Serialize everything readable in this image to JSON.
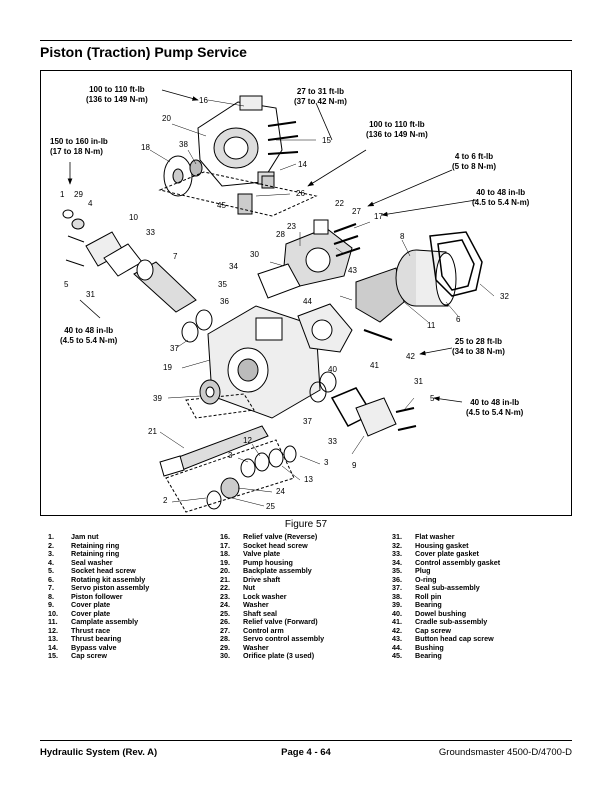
{
  "page": {
    "title": "Piston (Traction) Pump Service",
    "figure_caption": "Figure 57"
  },
  "callouts": {
    "c1": {
      "l1": "100 to 110 ft-lb",
      "l2": "(136 to 149 N-m)"
    },
    "c2": {
      "l1": "27 to 31 ft-lb",
      "l2": "(37 to 42 N-m)"
    },
    "c3": {
      "l1": "150 to 160 in-lb",
      "l2": "(17 to 18 N-m)"
    },
    "c4": {
      "l1": "100 to 110 ft-lb",
      "l2": "(136 to 149 N-m)"
    },
    "c5": {
      "l1": "4 to 6 ft-lb",
      "l2": "(5 to 8 N-m)"
    },
    "c6": {
      "l1": "40 to 48 in-lb",
      "l2": "(4.5 to 5.4 N-m)"
    },
    "c7": {
      "l1": "40 to 48 in-lb",
      "l2": "(4.5 to 5.4 N-m)"
    },
    "c8": {
      "l1": "25 to 28 ft-lb",
      "l2": "(34 to 38 N-m)"
    },
    "c9": {
      "l1": "40 to 48 in-lb",
      "l2": "(4.5 to 5.4 N-m)"
    }
  },
  "part_labels": {
    "p16": "16",
    "p20": "20",
    "p38": "38",
    "p18": "18",
    "p15": "15",
    "p14": "14",
    "p26": "26",
    "p45": "45",
    "p1": "1",
    "p29": "29",
    "p4": "4",
    "p10": "10",
    "p33a": "33",
    "p7": "7",
    "p5a": "5",
    "p31a": "31",
    "p22": "22",
    "p27": "27",
    "p17": "17",
    "p23": "23",
    "p28": "28",
    "p8": "8",
    "p30": "30",
    "p34": "34",
    "p43": "43",
    "p35": "35",
    "p36": "36",
    "p44": "44",
    "p32": "32",
    "p11": "11",
    "p6": "6",
    "p37a": "37",
    "p19": "19",
    "p42": "42",
    "p41": "41",
    "p40": "40",
    "p31b": "31",
    "p5b": "5",
    "p39": "39",
    "p37b": "37",
    "p33b": "33",
    "p21": "21",
    "p12": "12",
    "p3a": "3",
    "p3b": "3",
    "p9": "9",
    "p13": "13",
    "p24": "24",
    "p2": "2",
    "p25": "25"
  },
  "legend": {
    "col1": [
      {
        "n": "1.",
        "t": "Jam nut"
      },
      {
        "n": "2.",
        "t": "Retaining ring"
      },
      {
        "n": "3.",
        "t": "Retaining ring"
      },
      {
        "n": "4.",
        "t": "Seal washer"
      },
      {
        "n": "5.",
        "t": "Socket head screw"
      },
      {
        "n": "6.",
        "t": "Rotating kit assembly"
      },
      {
        "n": "7.",
        "t": "Servo piston assembly"
      },
      {
        "n": "8.",
        "t": "Piston follower"
      },
      {
        "n": "9.",
        "t": "Cover plate"
      },
      {
        "n": "10.",
        "t": "Cover plate"
      },
      {
        "n": "11.",
        "t": "Camplate assembly"
      },
      {
        "n": "12.",
        "t": "Thrust race"
      },
      {
        "n": "13.",
        "t": "Thrust bearing"
      },
      {
        "n": "14.",
        "t": "Bypass valve"
      },
      {
        "n": "15.",
        "t": "Cap screw"
      }
    ],
    "col2": [
      {
        "n": "16.",
        "t": "Relief valve (Reverse)"
      },
      {
        "n": "17.",
        "t": "Socket head screw"
      },
      {
        "n": "18.",
        "t": "Valve plate"
      },
      {
        "n": "19.",
        "t": "Pump housing"
      },
      {
        "n": "20.",
        "t": "Backplate assembly"
      },
      {
        "n": "21.",
        "t": "Drive shaft"
      },
      {
        "n": "22.",
        "t": "Nut"
      },
      {
        "n": "23.",
        "t": "Lock washer"
      },
      {
        "n": "24.",
        "t": "Washer"
      },
      {
        "n": "25.",
        "t": "Shaft seal"
      },
      {
        "n": "26.",
        "t": "Relief valve (Forward)"
      },
      {
        "n": "27.",
        "t": "Control arm"
      },
      {
        "n": "28.",
        "t": "Servo control assembly"
      },
      {
        "n": "29.",
        "t": "Washer"
      },
      {
        "n": "30.",
        "t": "Orifice plate (3 used)"
      }
    ],
    "col3": [
      {
        "n": "31.",
        "t": "Flat washer"
      },
      {
        "n": "32.",
        "t": "Housing gasket"
      },
      {
        "n": "33.",
        "t": "Cover plate gasket"
      },
      {
        "n": "34.",
        "t": "Control assembly gasket"
      },
      {
        "n": "35.",
        "t": "Plug"
      },
      {
        "n": "36.",
        "t": "O-ring"
      },
      {
        "n": "37.",
        "t": "Seal sub-assembly"
      },
      {
        "n": "38.",
        "t": "Roll pin"
      },
      {
        "n": "39.",
        "t": "Bearing"
      },
      {
        "n": "40.",
        "t": "Dowel bushing"
      },
      {
        "n": "41.",
        "t": "Cradle sub-assembly"
      },
      {
        "n": "42.",
        "t": "Cap screw"
      },
      {
        "n": "43.",
        "t": "Button head cap screw"
      },
      {
        "n": "44.",
        "t": "Bushing"
      },
      {
        "n": "45.",
        "t": "Bearing"
      }
    ]
  },
  "footer": {
    "left": "Hydraulic System (Rev. A)",
    "center": "Page 4 - 64",
    "right": "Groundsmaster 4500-D/4700-D"
  }
}
